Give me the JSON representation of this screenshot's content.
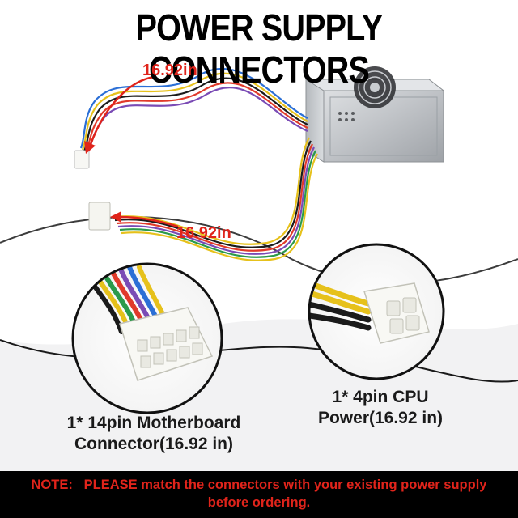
{
  "title": "POWER SUPPLY CONNECTORS",
  "cable_lengths": {
    "top": "16.92in",
    "bottom": "16.92in"
  },
  "connectors": {
    "motherboard": {
      "line1": "1* 14pin Motherboard",
      "line2": "Connector(16.92 in)"
    },
    "cpu": {
      "line1": "1* 4pin CPU",
      "line2": "Power(16.92 in)"
    }
  },
  "note": {
    "prefix": "NOTE:",
    "line1": "PLEASE match the connectors with your existing power supply",
    "line2": "before ordering."
  },
  "colors": {
    "accent_red": "#e0241b",
    "title_black": "#000000",
    "note_bar": "#000000",
    "psu_silver": "#c8cbcf"
  }
}
